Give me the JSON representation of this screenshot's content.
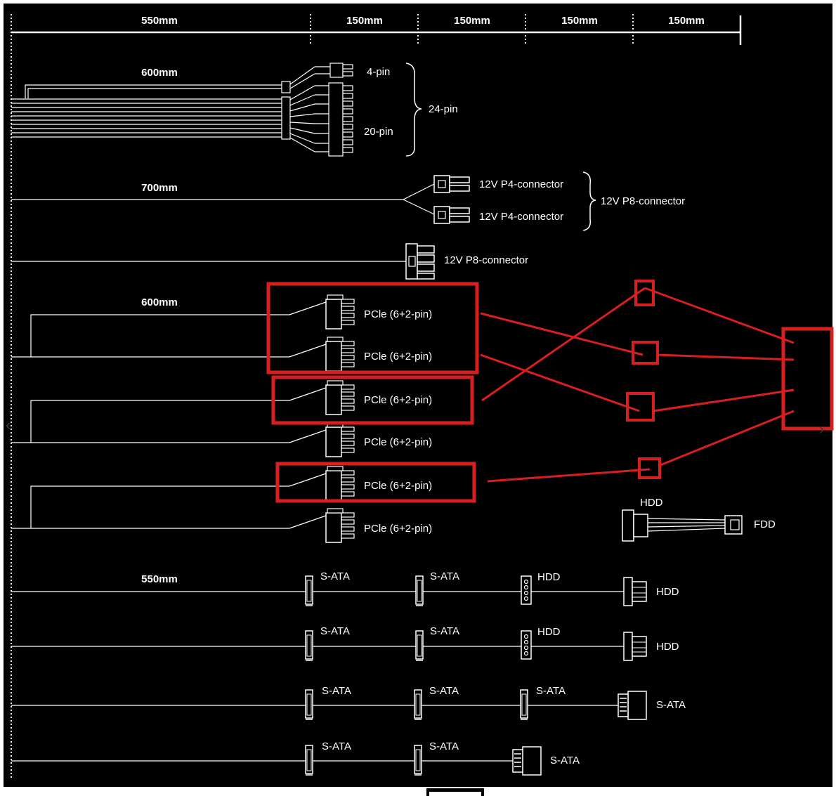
{
  "ruler": {
    "segments": [
      "550mm",
      "150mm",
      "150mm",
      "150mm",
      "150mm"
    ]
  },
  "cables": {
    "atx": {
      "length": "600mm",
      "pin4": "4-pin",
      "pin20": "20-pin",
      "pin24": "24-pin"
    },
    "cpu_p4": {
      "length": "700mm",
      "p4_a": "12V P4-connector",
      "p4_b": "12V P4-connector",
      "p8": "12V P8-connector"
    },
    "cpu_p8": {
      "p8": "12V P8-connector"
    },
    "pcie": {
      "length": "600mm",
      "connectors": [
        "PCle (6+2-pin)",
        "PCle (6+2-pin)",
        "PCle (6+2-pin)",
        "PCle (6+2-pin)",
        "PCle (6+2-pin)",
        "PCle (6+2-pin)"
      ]
    },
    "hdd_fdd": {
      "hdd": "HDD",
      "fdd": "FDD"
    },
    "peripheral": {
      "length": "550mm",
      "row1": [
        "S-ATA",
        "S-ATA",
        "HDD",
        "HDD"
      ],
      "row2": [
        "S-ATA",
        "S-ATA",
        "HDD",
        "HDD"
      ],
      "row3": [
        "S-ATA",
        "S-ATA",
        "S-ATA",
        "S-ATA"
      ],
      "row4": [
        "S-ATA",
        "S-ATA",
        "S-ATA"
      ]
    }
  },
  "colors": {
    "background": "#000000",
    "line": "#ffffff",
    "highlight": "#d81f1f"
  }
}
